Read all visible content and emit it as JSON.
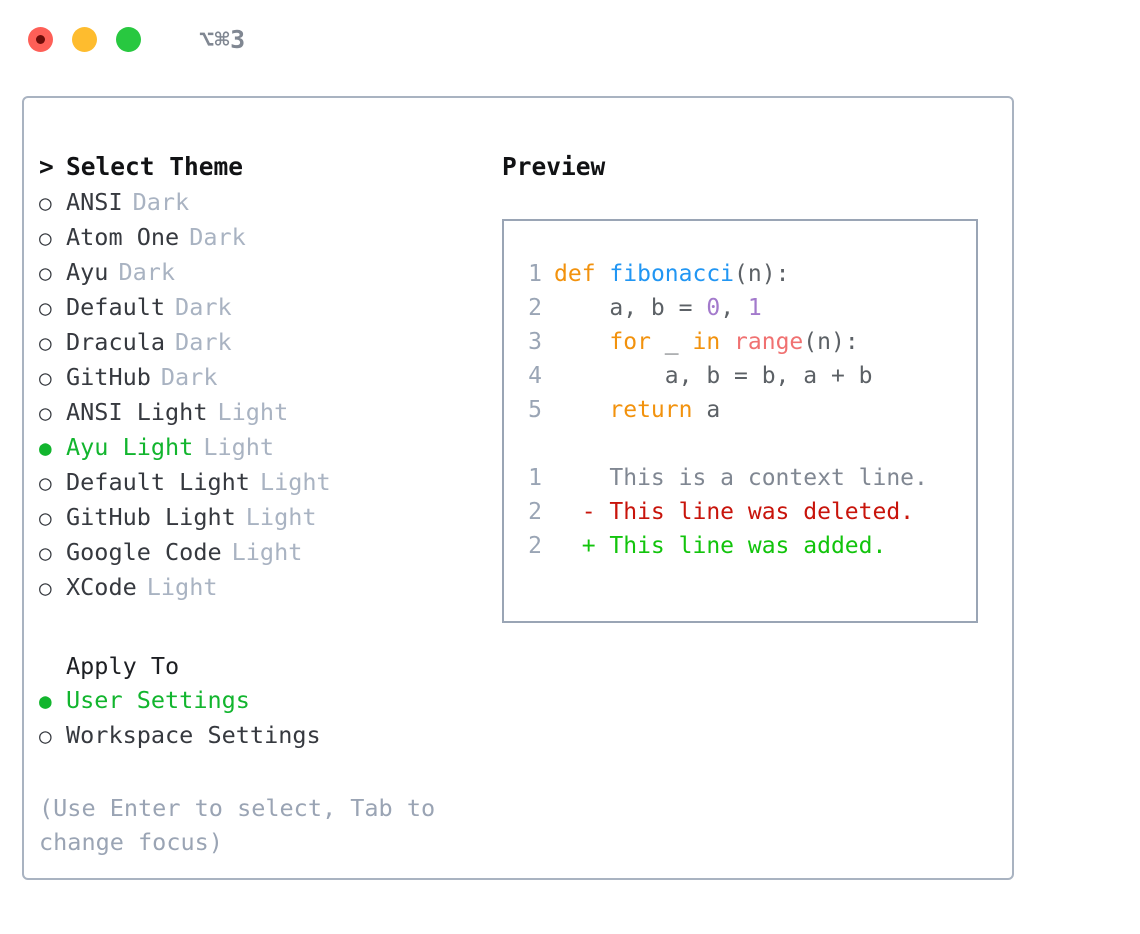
{
  "titlebar": {
    "shortcut": "⌥⌘3",
    "lights": [
      {
        "name": "close",
        "color": "#fe5f57"
      },
      {
        "name": "minimize",
        "color": "#febc2e"
      },
      {
        "name": "maximize",
        "color": "#28c840"
      }
    ]
  },
  "theme_picker": {
    "header": "Select Theme",
    "header_marker": ">",
    "items": [
      {
        "marker": "○",
        "label": "ANSI",
        "tag": "Dark",
        "selected": false
      },
      {
        "marker": "○",
        "label": "Atom One",
        "tag": "Dark",
        "selected": false
      },
      {
        "marker": "○",
        "label": "Ayu",
        "tag": "Dark",
        "selected": false
      },
      {
        "marker": "○",
        "label": "Default",
        "tag": "Dark",
        "selected": false
      },
      {
        "marker": "○",
        "label": "Dracula",
        "tag": "Dark",
        "selected": false
      },
      {
        "marker": "○",
        "label": "GitHub",
        "tag": "Dark",
        "selected": false
      },
      {
        "marker": "○",
        "label": "ANSI Light",
        "tag": "Light",
        "selected": false
      },
      {
        "marker": "●",
        "label": "Ayu Light",
        "tag": "Light",
        "selected": true
      },
      {
        "marker": "○",
        "label": "Default Light",
        "tag": "Light",
        "selected": false
      },
      {
        "marker": "○",
        "label": "GitHub Light",
        "tag": "Light",
        "selected": false
      },
      {
        "marker": "○",
        "label": "Google Code",
        "tag": "Light",
        "selected": false
      },
      {
        "marker": "○",
        "label": "XCode",
        "tag": "Light",
        "selected": false
      }
    ]
  },
  "apply_to": {
    "header": "Apply To",
    "items": [
      {
        "marker": "●",
        "label": "User Settings",
        "selected": true
      },
      {
        "marker": "○",
        "label": "Workspace Settings",
        "selected": false
      }
    ]
  },
  "hint": "(Use Enter to select, Tab to change focus)",
  "preview": {
    "title": "Preview",
    "code_lines": [
      {
        "number": "1",
        "tokens": [
          {
            "text": "def",
            "type": "kw"
          },
          {
            "text": " ",
            "type": "plain"
          },
          {
            "text": "fibonacci",
            "type": "fn"
          },
          {
            "text": "(n):",
            "type": "punct"
          }
        ]
      },
      {
        "number": "2",
        "tokens": [
          {
            "text": "    a, b = ",
            "type": "plain"
          },
          {
            "text": "0",
            "type": "num"
          },
          {
            "text": ", ",
            "type": "plain"
          },
          {
            "text": "1",
            "type": "num"
          }
        ]
      },
      {
        "number": "3",
        "tokens": [
          {
            "text": "    ",
            "type": "plain"
          },
          {
            "text": "for",
            "type": "kw"
          },
          {
            "text": " _ ",
            "type": "plain"
          },
          {
            "text": "in",
            "type": "kw"
          },
          {
            "text": " ",
            "type": "plain"
          },
          {
            "text": "range",
            "type": "built"
          },
          {
            "text": "(n):",
            "type": "punct"
          }
        ]
      },
      {
        "number": "4",
        "tokens": [
          {
            "text": "        a, b = b, a + b",
            "type": "plain"
          }
        ]
      },
      {
        "number": "5",
        "tokens": [
          {
            "text": "    ",
            "type": "plain"
          },
          {
            "text": "return",
            "type": "kw"
          },
          {
            "text": " a",
            "type": "plain"
          }
        ]
      }
    ],
    "diff_lines": [
      {
        "number": "1",
        "marker": " ",
        "text": " This is a context line.",
        "type": "ctx"
      },
      {
        "number": "2",
        "marker": "-",
        "text": " This line was deleted.",
        "type": "del"
      },
      {
        "number": "2",
        "marker": "+",
        "text": " This line was added.",
        "type": "add"
      }
    ]
  },
  "colors": {
    "accent_green": "#12b52e",
    "keyword": "#f2920d",
    "function": "#2196f3",
    "number": "#a37acc",
    "builtin": "#f07171",
    "punctuation": "#5c6166",
    "line_number": "#9aa5b5",
    "tag_gray": "#a9b3c2",
    "hint_gray": "#9aa4b4",
    "border": "#a9b3c1",
    "diff_context": "#808792",
    "diff_deleted": "#c8140b",
    "diff_added": "#12c40c"
  }
}
